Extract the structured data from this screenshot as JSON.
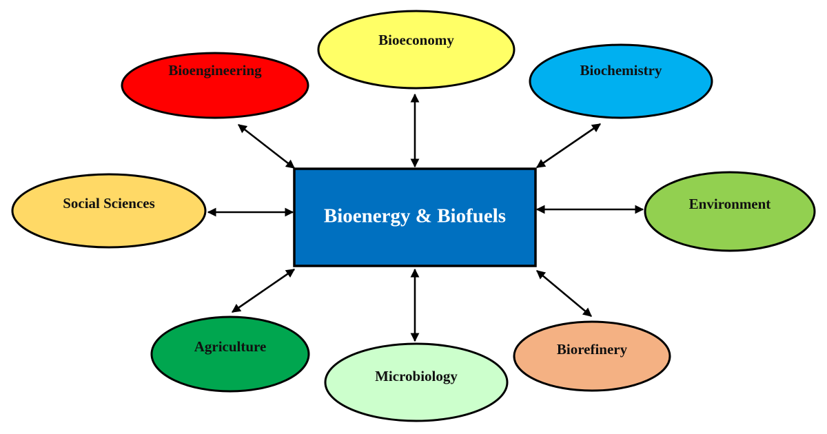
{
  "center": {
    "label": "Bioenergy & Biofuels",
    "fill": "#0070c0"
  },
  "nodes": [
    {
      "id": "bioengineering",
      "label": "Bioengineering",
      "fill": "#ff0000"
    },
    {
      "id": "bioeconomy",
      "label": "Bioeconomy",
      "fill": "#ffff66"
    },
    {
      "id": "biochemistry",
      "label": "Biochemistry",
      "fill": "#00b0f0"
    },
    {
      "id": "social-sciences",
      "label": "Social Sciences",
      "fill": "#ffd966"
    },
    {
      "id": "environment",
      "label": "Environment",
      "fill": "#92d050"
    },
    {
      "id": "agriculture",
      "label": "Agriculture",
      "fill": "#00a64f"
    },
    {
      "id": "microbiology",
      "label": "Microbiology",
      "fill": "#ccffcc"
    },
    {
      "id": "biorefinery",
      "label": "Biorefinery",
      "fill": "#f4b183"
    }
  ]
}
